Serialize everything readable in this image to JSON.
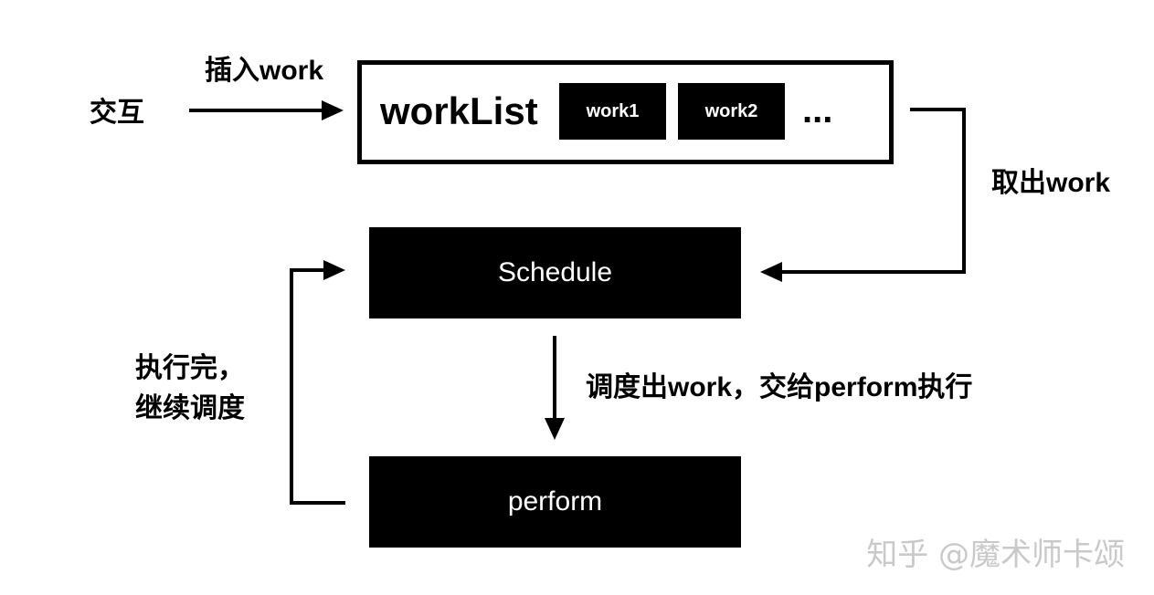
{
  "diagram": {
    "interaction_label": "交互",
    "insert_label": "插入work",
    "worklist_title": "workList",
    "work_items": [
      "work1",
      "work2"
    ],
    "ellipsis": "...",
    "take_out_label": "取出work",
    "schedule_label": "Schedule",
    "dispatch_label": "调度出work，交给perform执行",
    "perform_label": "perform",
    "loop_label_line1": "执行完，",
    "loop_label_line2": "继续调度"
  },
  "watermark": "知乎 @魔术师卡颂"
}
